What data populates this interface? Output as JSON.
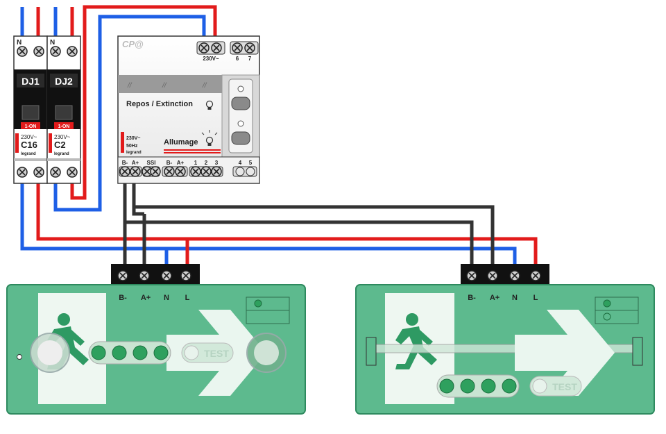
{
  "breakers": [
    {
      "id": "DJ1",
      "neutral": "N",
      "voltage": "230V~",
      "rating": "C16",
      "state": "1-ON",
      "brand": "legrand"
    },
    {
      "id": "DJ2",
      "neutral": "N",
      "voltage": "230V~",
      "rating": "C2",
      "state": "1-ON",
      "brand": "legrand"
    }
  ],
  "controller": {
    "logo": "CP@",
    "supply_label": "230V~",
    "aux_terminals": [
      "6",
      "7"
    ],
    "mode_off": "Repos / Extinction",
    "mode_on": "Allumage",
    "rating_voltage": "230V~",
    "rating_freq": "50Hz",
    "brand": "legrand",
    "bottom_terminals": [
      "B-",
      "A+",
      "SSI",
      "B-",
      "A+",
      "1",
      "2",
      "3",
      "4",
      "5"
    ]
  },
  "exit_signs": [
    {
      "terminals": [
        "B-",
        "A+",
        "N",
        "L"
      ],
      "test_label": "TEST"
    },
    {
      "terminals": [
        "B-",
        "A+",
        "N",
        "L"
      ],
      "test_label": "TEST"
    }
  ],
  "colors": {
    "live": "#e21b1b",
    "neutral": "#1e5fe6",
    "bus": "#333333",
    "sign_green": "#5dba8e",
    "sign_dark": "#2e9a63"
  }
}
